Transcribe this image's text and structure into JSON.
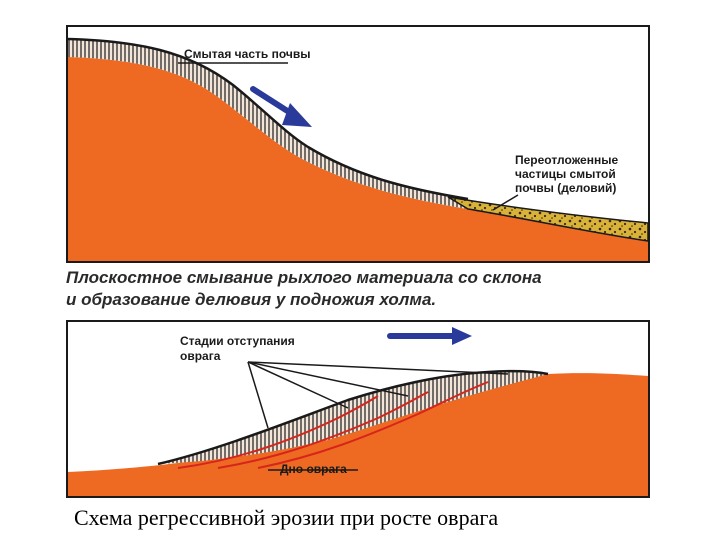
{
  "top_panel": {
    "label_washed": "Смытая часть почвы",
    "label_deposited": [
      "Переотложенные",
      "частицы смытой",
      "почвы (деловий)"
    ]
  },
  "caption_lines": [
    "Плоскостное смывание рыхлого материала со склона",
    "и образование делювия у подножия холма."
  ],
  "bottom_panel": {
    "label_stages": [
      "Стадии отступания",
      "оврага"
    ],
    "label_floor": "Дно оврага"
  },
  "title": "Схема регрессивной эрозии при росте оврага",
  "colors": {
    "soil": "#ee6a22",
    "soil_dark": "#d9531a",
    "hatch": "#2b2b2b",
    "deposit": "#d9b23a",
    "arrow": "#2a3a9a",
    "gully_line": "#d8251c"
  }
}
